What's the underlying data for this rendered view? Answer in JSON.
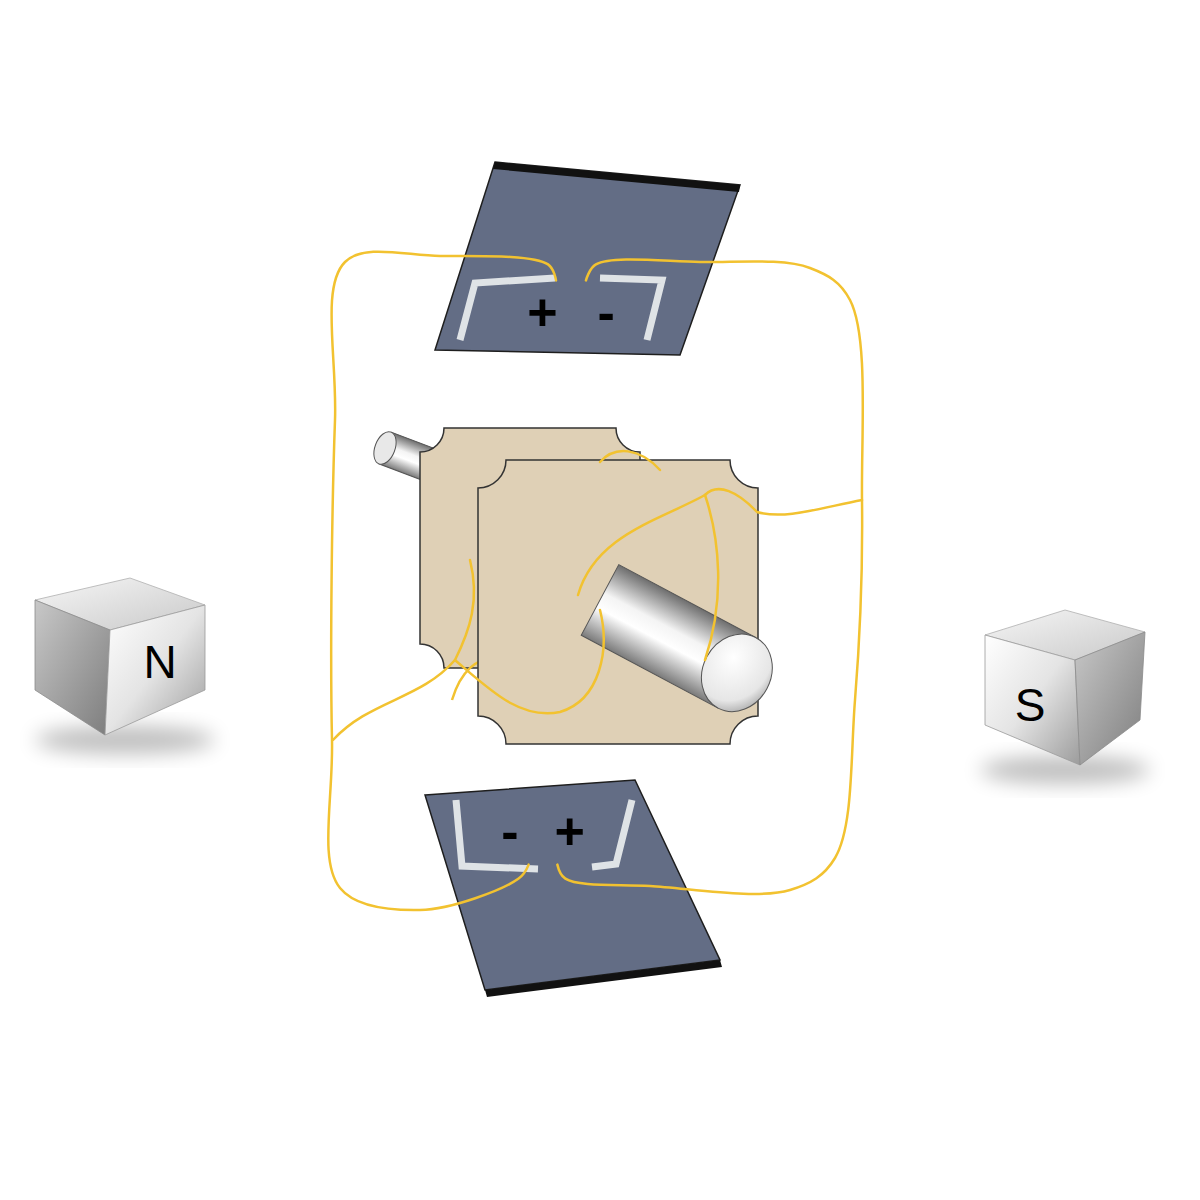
{
  "diagram": {
    "nodes": [
      {
        "text": [
          "+",
          "-"
        ]
      },
      {
        "text": [
          "N"
        ]
      },
      {
        "text": [
          "S"
        ]
      },
      {
        "text": [
          "-",
          "+"
        ]
      }
    ],
    "edges": [
      {
        "from": 0,
        "to": 3,
        "arrow": "none"
      },
      {
        "from": 0,
        "to": 3,
        "arrow": "none"
      }
    ]
  }
}
